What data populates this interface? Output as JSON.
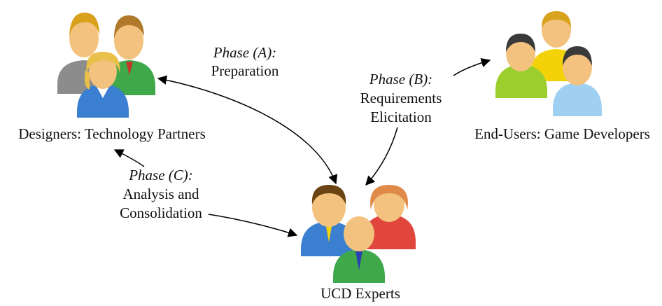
{
  "nodes": {
    "designers": {
      "label": "Designers: Technology Partners",
      "icon": "designers-group-icon"
    },
    "end_users": {
      "label": "End-Users: Game Developers",
      "icon": "end-users-group-icon"
    },
    "ucd": {
      "label": "UCD Experts",
      "icon": "ucd-experts-group-icon"
    }
  },
  "phases": {
    "a": {
      "title": "Phase (A):",
      "lines": [
        "Preparation"
      ]
    },
    "b": {
      "title": "Phase (B):",
      "lines": [
        "Requirements",
        "Elicitation"
      ]
    },
    "c": {
      "title": "Phase (C):",
      "lines": [
        "Analysis and",
        "Consolidation"
      ]
    }
  },
  "colors": {
    "skin": "#f2c27e",
    "skin_shade": "#d99a55",
    "gray_shirt": "#8c8c8c",
    "green_shirt": "#3fa84a",
    "blue_shirt": "#3a7fd0",
    "lime_shirt": "#9ccf2e",
    "yellow_shirt": "#f4d20a",
    "light_blue_shirt": "#9fd0f2",
    "red_shirt": "#e0463c",
    "hair_brown": "#6b4414",
    "hair_dark": "#3a3a3a",
    "hair_blond": "#e8c04a",
    "arrow": "#000000"
  }
}
